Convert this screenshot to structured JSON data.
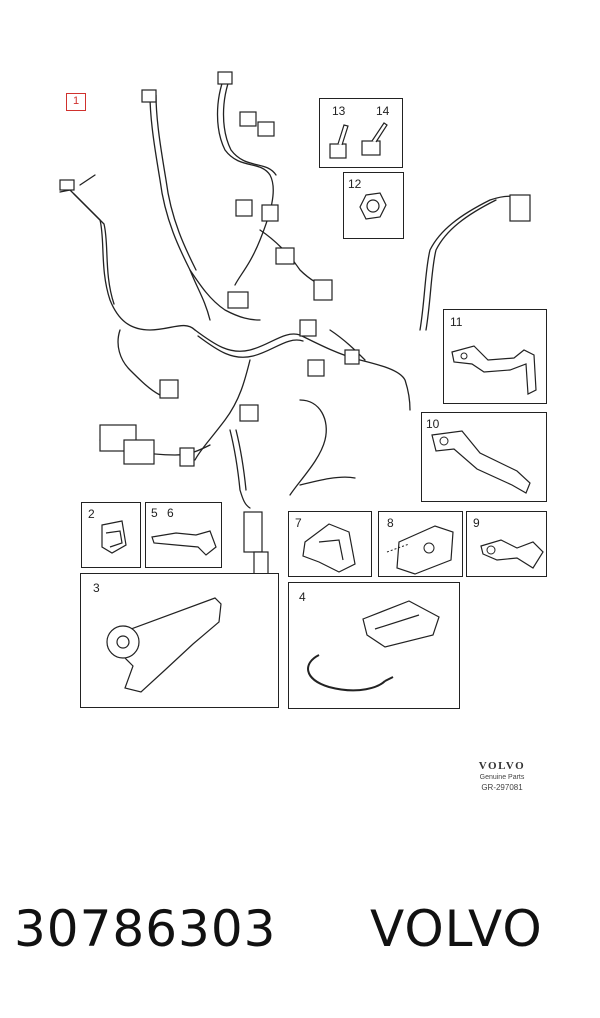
{
  "diagram": {
    "main_callout": "1",
    "callouts": [
      {
        "id": "13-14",
        "labels": [
          "13",
          "14"
        ]
      },
      {
        "id": "12",
        "labels": [
          "12"
        ]
      },
      {
        "id": "11",
        "labels": [
          "11"
        ]
      },
      {
        "id": "10",
        "labels": [
          "10"
        ]
      },
      {
        "id": "2",
        "labels": [
          "2"
        ]
      },
      {
        "id": "5-6",
        "labels": [
          "5",
          "6"
        ]
      },
      {
        "id": "7",
        "labels": [
          "7"
        ]
      },
      {
        "id": "8",
        "labels": [
          "8"
        ]
      },
      {
        "id": "9",
        "labels": [
          "9"
        ]
      },
      {
        "id": "3",
        "labels": [
          "3"
        ]
      },
      {
        "id": "4",
        "labels": [
          "4"
        ]
      }
    ]
  },
  "branding": {
    "logo": "VOLVO",
    "subtitle": "Genuine Parts",
    "diagram_code": "GR-297081"
  },
  "footer": {
    "part_number": "30786303",
    "brand": "VOLVO"
  }
}
